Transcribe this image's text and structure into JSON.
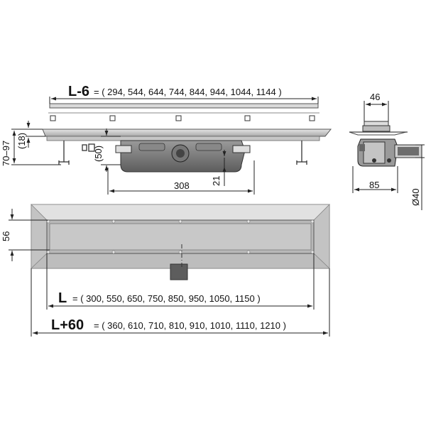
{
  "dimensions": {
    "grate_length": {
      "label": "L-6",
      "values": "= ( 294, 544, 644, 744, 844, 944, 1044, 1144 )"
    },
    "channel_length": {
      "label": "L",
      "values": "= ( 300, 550, 650, 750, 850, 950, 1050, 1150 )"
    },
    "total_length": {
      "label": "L+60",
      "values": "= ( 360, 610, 710, 810, 910, 1010, 1110, 1210 )"
    },
    "height_range": "70–97",
    "flange_height": "(18)",
    "trap_offset": "(50)",
    "outlet_distance": "308",
    "outlet_height": "21",
    "grate_width": "46",
    "side_width": "85",
    "outlet_diameter": "Ø40",
    "channel_width": "56"
  },
  "colors": {
    "line": "#222222",
    "steel_light": "#cfcfcf",
    "steel_mid": "#b5b5b5",
    "steel_dark": "#6f6f6f",
    "outline": "#555555"
  }
}
